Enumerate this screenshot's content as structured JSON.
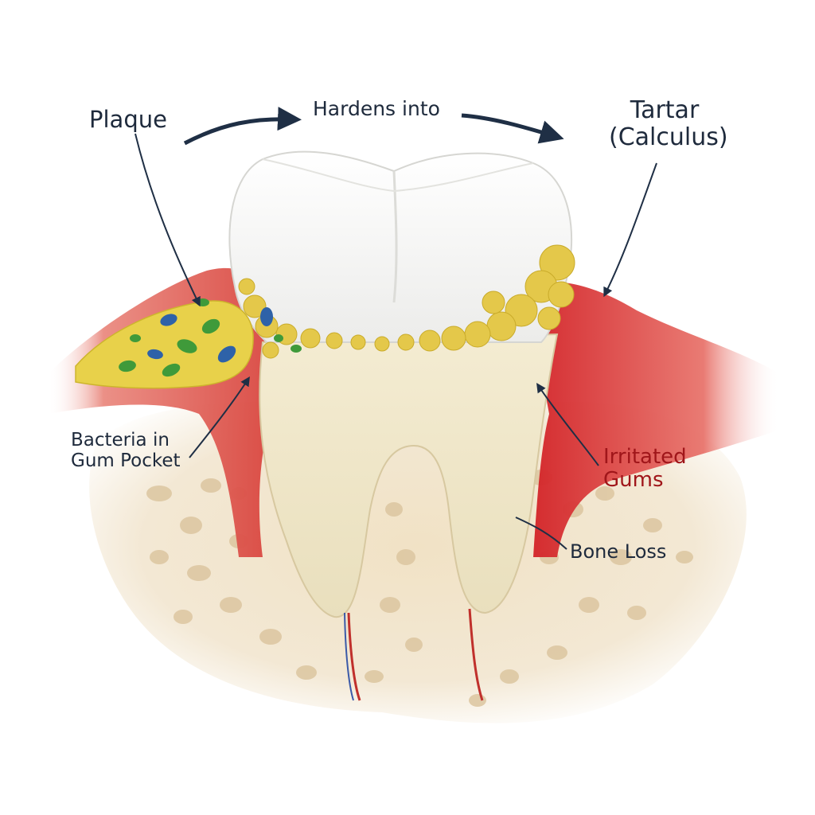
{
  "labels": {
    "plaque": "Plaque",
    "hardens_into": "Hardens into",
    "tartar": "Tartar",
    "calculus": "(Calculus)",
    "bacteria_line1": "Bacteria in",
    "bacteria_line2": "Gum Pocket",
    "irritated_line1": "Irritated",
    "irritated_line2": "Gums",
    "bone_loss": "Bone Loss"
  },
  "colors": {
    "label_text": "#1e2a3c",
    "irritated_text": "#a0161a",
    "arrow": "#1f2f45",
    "gum": "#e2574f",
    "gum_inflamed": "#d8262a",
    "bone": "#efe0c4",
    "bone_pore": "#dcc6a0",
    "enamel": "#f7f7f5",
    "root": "#efe6c6",
    "plaque": "#e8d14a",
    "tartar": "#e4c84a",
    "bacteria_green": "#3f9a3a",
    "bacteria_blue": "#2e62a8",
    "nerve": "#c0302c"
  },
  "icons": [
    "tooth-illustration",
    "arrow-icon"
  ]
}
